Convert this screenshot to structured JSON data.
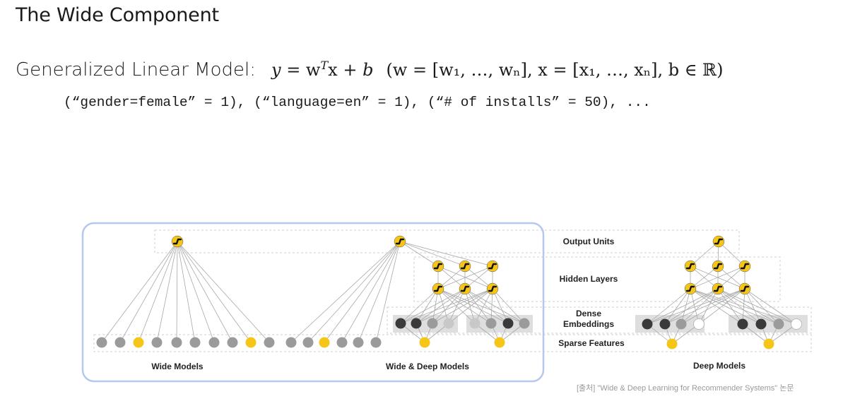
{
  "slide": {
    "title": "The Wide Component",
    "glm_label": "Generalized Linear Model:",
    "formula_y": "y",
    "formula_eq": " = w",
    "formula_sup": "T",
    "formula_rest": "x + ",
    "formula_b": "b",
    "formula_params": "(w = [w₁, …, wₙ], x = [x₁, …, xₙ], b ∈ ℝ)",
    "example": "(“gender=female” = 1), (“language=en” = 1), (“# of installs” = 50), ..."
  },
  "diagram": {
    "labels": {
      "output_units": "Output Units",
      "hidden_layers": "Hidden Layers",
      "dense_1": "Dense",
      "dense_2": "Embeddings",
      "sparse": "Sparse Features"
    },
    "captions": {
      "wide": "Wide Models",
      "wide_deep": "Wide & Deep Models",
      "deep": "Deep Models"
    },
    "colors": {
      "highlight_box": "#b7c8ee",
      "yellow": "#f5c518",
      "gray_node": "#9b9b9b",
      "dark_node": "#3a3a3a",
      "light_node": "#c8c8c8",
      "white_node": "#ffffff",
      "edge": "#a8a8a8",
      "embed_band": "#dedede"
    },
    "icons": [
      "sigmoid-unit-icon",
      "relu-unit-icon"
    ]
  },
  "footer": {
    "source": "[출처] \"Wide & Deep Learning for Recommender Systems\" 논문"
  }
}
